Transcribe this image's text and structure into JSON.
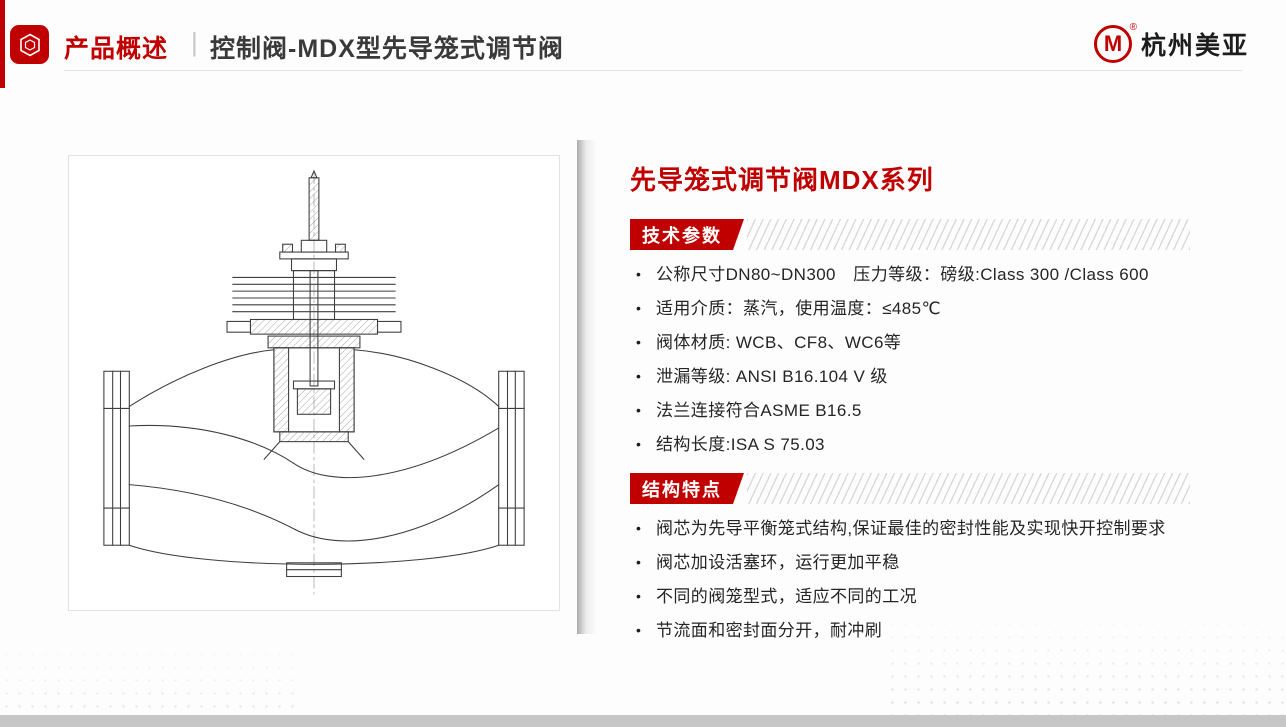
{
  "colors": {
    "accent_red": "#c00000",
    "header_text": "#3a3a3a",
    "hatch_gray": "#d9d9d9",
    "bottom_bar_gray": "#c6c6c6"
  },
  "header": {
    "section_label": "产品概述",
    "separator": "|",
    "title": "控制阀-MDX型先导笼式调节阀",
    "logo_letter": "M",
    "logo_registered": "®",
    "brand": "杭州美亚"
  },
  "content": {
    "title": "先导笼式调节阀MDX系列",
    "bullet": "•",
    "sections": [
      {
        "badge": "技术参数",
        "items": [
          "公称尺寸DN80~DN300　压力等级：磅级:Class 300 /Class 600",
          "适用介质：蒸汽，使用温度：≤485℃",
          "阀体材质: WCB、CF8、WC6等",
          "泄漏等级: ANSI B16.104 V 级",
          "法兰连接符合ASME B16.5",
          "结构长度:ISA S 75.03"
        ]
      },
      {
        "badge": "结构特点",
        "items": [
          "阀芯为先导平衡笼式结构,保证最佳的密封性能及实现快开控制要求",
          "阀芯加设活塞环，运行更加平稳",
          "不同的阀笼型式，适应不同的工况",
          "节流面和密封面分开，耐冲刷"
        ]
      }
    ]
  }
}
